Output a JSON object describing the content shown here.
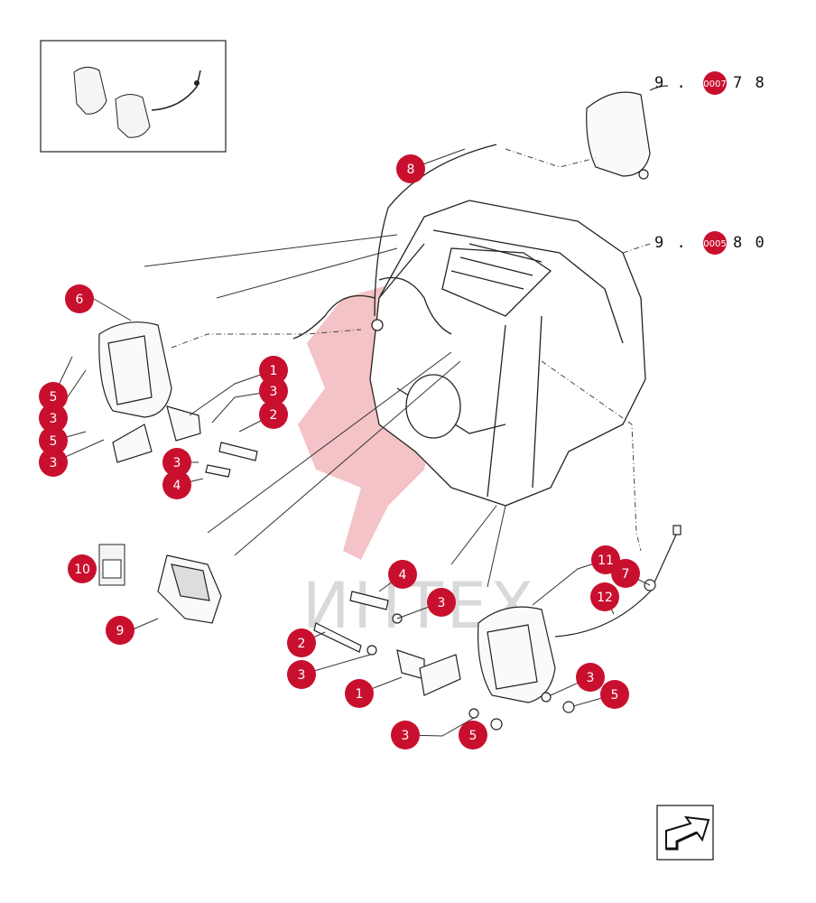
{
  "watermark": {
    "text": "ИНТЕХ"
  },
  "references": {
    "top": {
      "prefix": "9 . ",
      "dot_label": "0007",
      "suffix": "7 8"
    },
    "bottom": {
      "prefix": "9 . ",
      "dot_label": "0005",
      "suffix": "8 0"
    }
  },
  "callouts": [
    "1",
    "3",
    "2",
    "6",
    "5",
    "3",
    "5",
    "3",
    "3",
    "4",
    "8",
    "10",
    "9",
    "4",
    "3",
    "2",
    "3",
    "1",
    "3",
    "5",
    "11",
    "7",
    "12",
    "3",
    "5"
  ],
  "colors": {
    "callout_fill": "#c8102e",
    "watermark": "#f2b9bd",
    "line_art": "#222222"
  }
}
